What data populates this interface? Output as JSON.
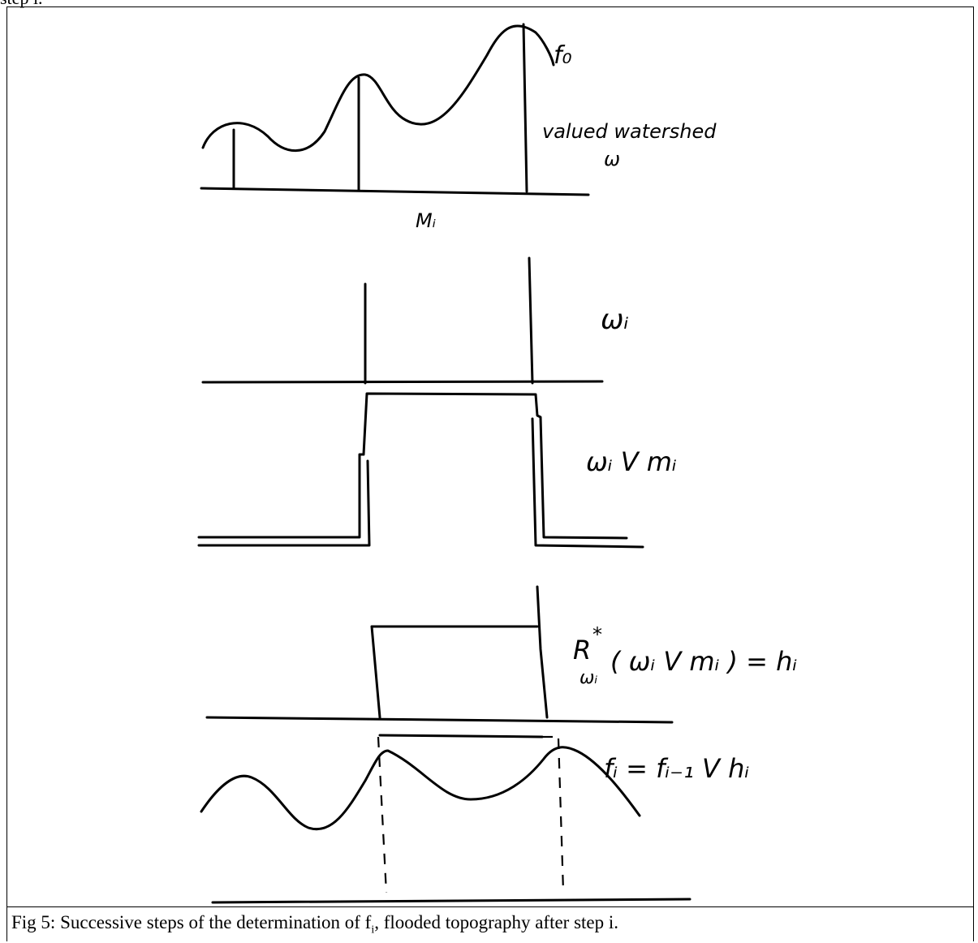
{
  "header": {
    "top_text": "step i."
  },
  "panels": {
    "p1": {
      "label_f0": "f₀",
      "label_valued": "valued watershed",
      "label_w": "ω",
      "label_mi": "Mᵢ"
    },
    "p2": {
      "label": "ωᵢ"
    },
    "p3": {
      "label": "ωᵢ V mᵢ"
    },
    "p4": {
      "label_r": "R",
      "label_star": "*",
      "label_sub": "ωᵢ",
      "label_expr": "( ωᵢ V mᵢ ) = hᵢ"
    },
    "p5": {
      "label": "fᵢ = fᵢ₋₁ V hᵢ"
    }
  },
  "caption": {
    "prefix": "Fig 5: Successive steps of the determination of f",
    "sub": "i",
    "suffix": ", flooded topography after step i."
  }
}
